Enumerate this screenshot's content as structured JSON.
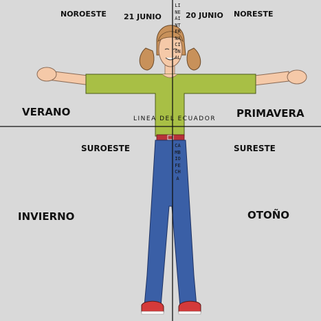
{
  "labels": {
    "noroeste": "NOROESTE",
    "junio21": "21 JUNIO",
    "junio20": "20 JUNIO",
    "noreste": "NORESTE",
    "verano": "VERANO",
    "primavera": "PRIMAVERA",
    "ecuador": "LINEA DEL ECUADOR",
    "suroeste": "SUROESTE",
    "sureste": "SURESTE",
    "invierno": "INVIERNO",
    "otono": "OTOÑO",
    "linea_internacional": "LINEAINTERNACIONAL",
    "cambio_fecha": "CAMBIOFECHA"
  },
  "colors": {
    "background": "#d9d9d9",
    "lines": "#111111",
    "hair": "#c8915a",
    "skin": "#f5c9a8",
    "shirt": "#a8bf45",
    "jeans": "#3a5fa6",
    "belt": "#b8323a",
    "shoes": "#d43a3a"
  }
}
